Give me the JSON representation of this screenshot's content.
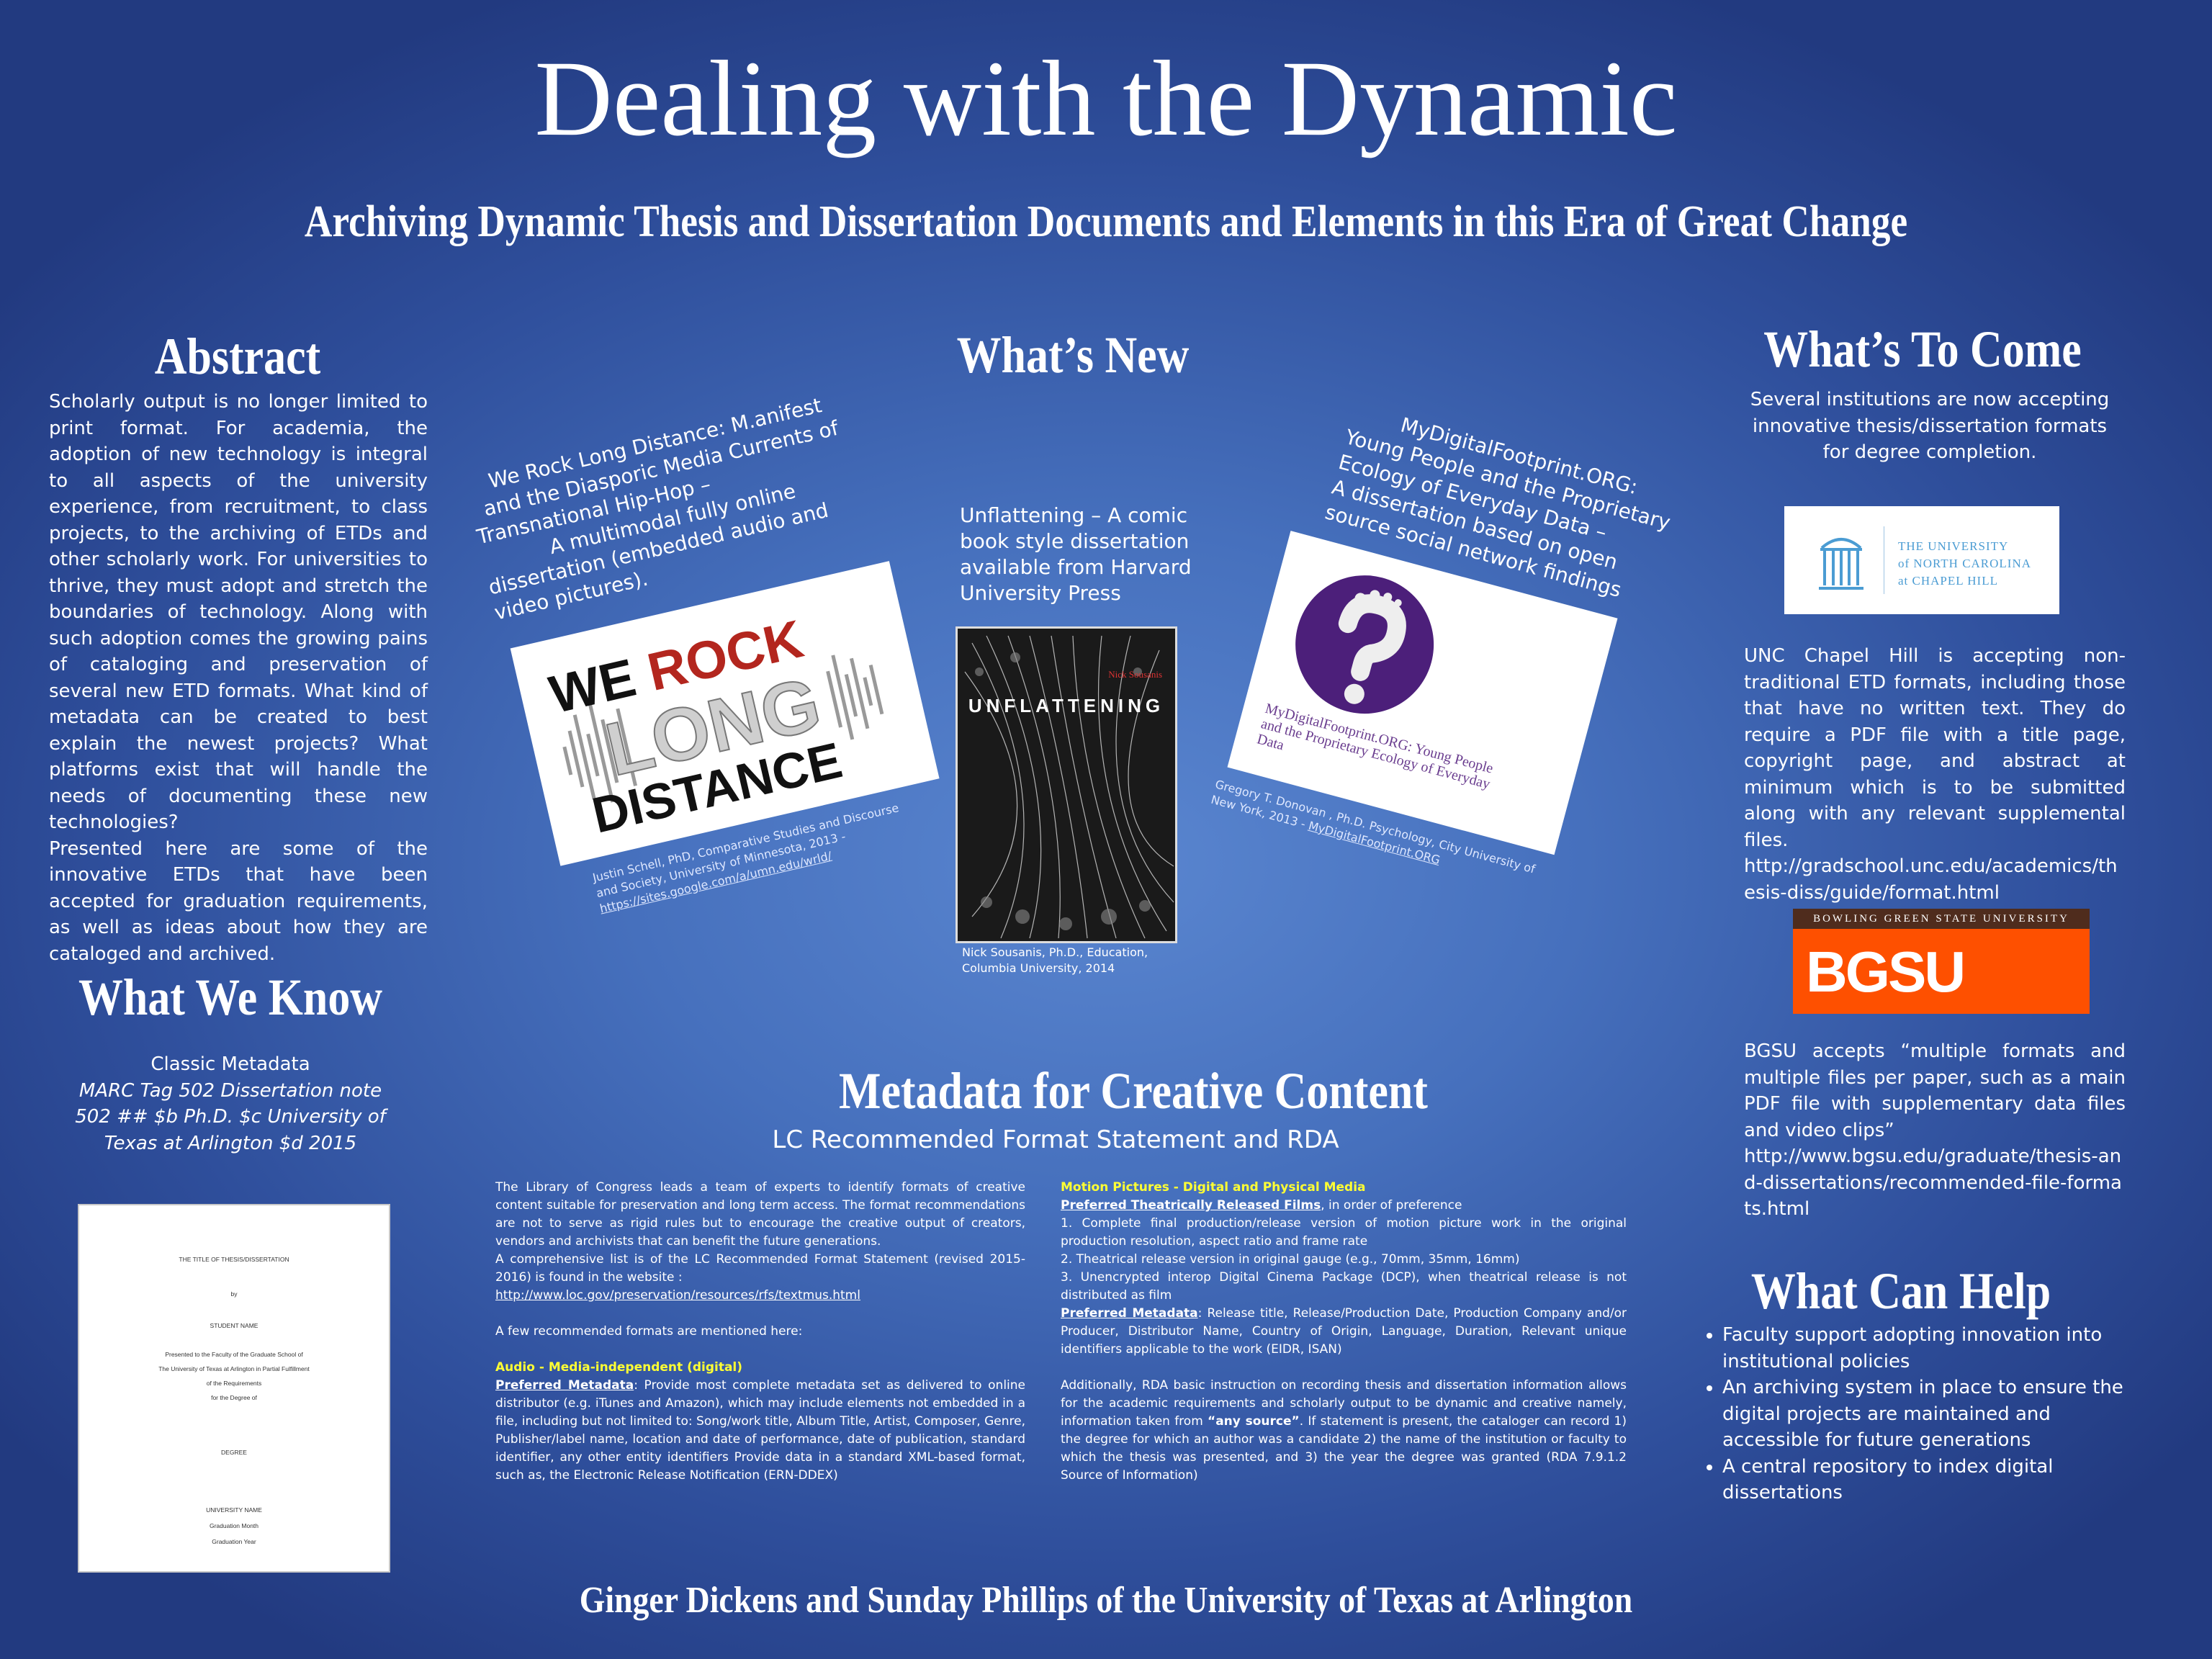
{
  "header": {
    "title": "Dealing with the Dynamic",
    "subtitle": "Archiving Dynamic Thesis and Dissertation Documents and Elements in this Era of Great Change"
  },
  "abstract": {
    "heading": "Abstract",
    "text1": "Scholarly output is no longer limited to print format.  For academia, the adoption of new technology is integral to all aspects of the university experience, from recruitment, to class projects, to the archiving of ETDs and other scholarly work.  For universities to thrive, they must adopt and stretch the boundaries of technology.  Along with such adoption comes the growing pains of cataloging and preservation of several new ETD formats.  What kind of metadata can be created to best explain the newest projects? What platforms exist that will handle the needs of documenting these new technologies?",
    "text2": "Presented here are some of the innovative ETDs that have been accepted for graduation requirements, as well as ideas about how they are cataloged and archived."
  },
  "what_we_know": {
    "heading": "What We Know",
    "line1": "Classic Metadata",
    "line2": "MARC Tag 502 Dissertation note",
    "line3": "502  ## $b Ph.D. $c University of",
    "line4": "Texas at Arlington $d 2015"
  },
  "thesis_page": {
    "l1": "THE TITLE OF THESIS/DISSERTATION",
    "l2": "by",
    "l3": "STUDENT NAME",
    "l4": "Presented to the Faculty of the Graduate School of",
    "l5": "The University of Texas at Arlington in Partial Fulfillment",
    "l6": "of the Requirements",
    "l7": "for the Degree of",
    "l8": "DEGREE",
    "l9": "UNIVERSITY NAME",
    "l10": "Graduation Month",
    "l11": "Graduation Year"
  },
  "whats_new": {
    "heading": "What’s New",
    "rock": {
      "lines": [
        "We Rock Long Distance: M.anifest",
        "and the Diasporic Media Currents of",
        "Transnational Hip-Hop –",
        "A multimodal fully online",
        "dissertation  (embedded audio and",
        "video pictures)."
      ],
      "logo_we": "WE",
      "logo_rock": "ROCK",
      "logo_long": "LONG",
      "logo_distance": "DISTANCE",
      "caption1": "Justin Schell, PhD, Comparative Studies and Discourse",
      "caption2": "and Society, University of Minnesota, 2013 -",
      "caption3": "https://sites.google.com/a/umn.edu/wrld/"
    },
    "unflat": {
      "lines": [
        "Unflattening – A comic",
        "book style dissertation",
        "available from Harvard",
        "University Press"
      ],
      "cover_author": "Nick Sousanis",
      "cover_title": "UNFLATTENING",
      "caption1": "Nick Sousanis, Ph.D., Education,",
      "caption2": "Columbia University, 2014"
    },
    "footprint": {
      "lines": [
        "MyDigitalFootprint.ORG:",
        "Young People and the Proprietary",
        "Ecology of Everyday Data –",
        "A dissertation based on open",
        "source social network  findings"
      ],
      "card_text1": "MyDigitalFootprint.ORG: Young People",
      "card_text2": "and the Proprietary Ecology of Everyday",
      "card_text3": "Data",
      "caption1": "Gregory T. Donovan , Ph.D. Psychology, City University of",
      "caption2": "New York, 2013 -",
      "caption3": "MyDigitalFootprint.ORG"
    }
  },
  "whats_to_come": {
    "heading": "What’s  To Come",
    "intro": "Several institutions are now accepting innovative thesis/dissertation formats for degree completion.",
    "unc_logo1": "THE UNIVERSITY",
    "unc_logo2": "of NORTH CAROLINA",
    "unc_logo3": "at CHAPEL HILL",
    "unc_text": "UNC Chapel Hill is accepting non-traditional ETD formats, including those that have no written text. They do require a  PDF file with a title page, copyright page, and abstract at minimum which is to be submitted along with any relevant supplemental files.",
    "unc_url": "http://gradschool.unc.edu/academics/thesis-diss/guide/format.html",
    "bgsu_banner": "BOWLING GREEN STATE UNIVERSITY",
    "bgsu_logo": "BGSU",
    "bgsu_text": "BGSU accepts “multiple formats and multiple files per paper, such as a main PDF file with supplementary data files and video  clips”",
    "bgsu_url": "http://www.bgsu.edu/graduate/thesis-and-dissertations/recommended-file-formats.html"
  },
  "what_can_help": {
    "heading": "What Can Help",
    "items": [
      "Faculty support adopting innovation into institutional policies",
      "An archiving system in place to ensure the digital projects are maintained and accessible for future generations",
      "A central repository to index digital dissertations"
    ]
  },
  "metadata": {
    "heading": "Metadata for Creative Content",
    "subheading": "LC Recommended Format Statement and RDA",
    "left": {
      "p1": "The Library of Congress leads a team of experts to identify formats of creative content suitable for preservation and long term access.  The format recommendations are not to serve as rigid rules but to encourage the creative output of creators, vendors and archivists that can benefit the future generations.",
      "p2": "A comprehensive list is of the LC Recommended Format Statement (revised 2015-2016) is found in the website :",
      "url": "http://www.loc.gov/preservation/resources/rfs/textmus.html",
      "p3": "A few recommended formats are mentioned here:",
      "audio_title": "Audio - Media-independent  (digital)",
      "pref_label": "Preferred Metadata",
      "audio_text": ":  Provide most complete metadata set as delivered to online distributor (e.g. iTunes and Amazon), which may include elements not embedded in a file, including but not limited  to: Song/work title, Album Title, Artist, Composer, Genre, Publisher/label name, location and date of performance, date of publication, standard identifier, any other entity identifiers Provide data in a standard XML-based format, such as, the Electronic Release Notification (ERN-DDEX)"
    },
    "right": {
      "mp_title": "Motion Pictures - Digital and Physical Media",
      "films_label": "Preferred Theatrically Released Films",
      "films_rest": ", in order of preference",
      "item1": "1. Complete final production/release version of motion picture work in the original production resolution, aspect ratio and frame rate",
      "item2": "2. Theatrical release version in original gauge (e.g., 70mm, 35mm, 16mm)",
      "item3": "3. Unencrypted interop Digital Cinema Package (DCP), when theatrical release is not distributed as film",
      "pref_label": "Preferred Metadata",
      "pref_text": ": Release title, Release/Production Date, Production Company and/or Producer,    Distributor Name, Country of Origin, Language, Duration, Relevant unique identifiers applicable to the work (EIDR, ISAN)",
      "rda_a": "Additionally, RDA basic instruction on recording thesis and dissertation information allows for the academic requirements and scholarly output to be dynamic and creative namely, information taken from ",
      "rda_b": "“any source”",
      "rda_c": ".  If statement is present, the cataloger can record 1) the degree for which an author was a candidate 2) the name of the institution or faculty to which the thesis was presented, and 3) the year the degree was granted (RDA 7.9.1.2 Source of Information)"
    }
  },
  "footer": {
    "text": "Ginger Dickens and Sunday Phillips of the University of Texas at Arlington"
  },
  "colors": {
    "background": "#3a5fae",
    "highlight": "#ffff33",
    "bgsu_orange": "#fe5000",
    "bgsu_brown": "#4f2c1d",
    "unc_blue": "#4b9cd3"
  }
}
